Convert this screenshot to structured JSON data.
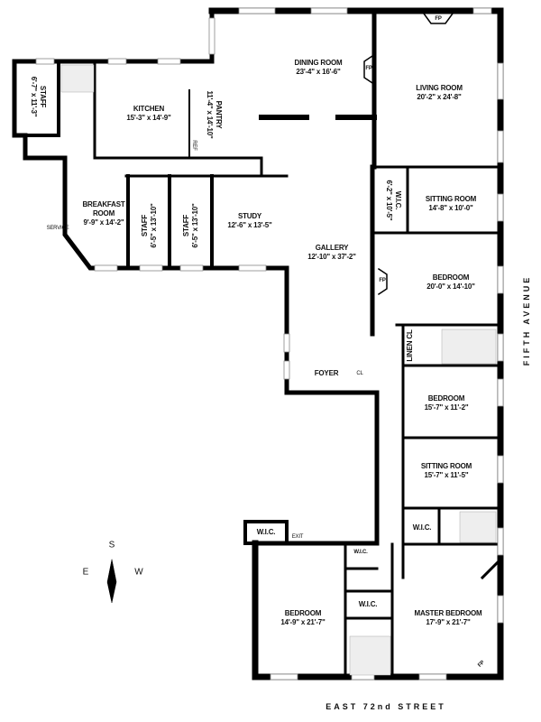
{
  "rooms": [
    {
      "name": "STAFF",
      "dims": "6'-7\" x 11'-3\""
    },
    {
      "name": "KITCHEN",
      "dims": "15'-3\" x 14'-9\""
    },
    {
      "name": "PANTRY",
      "dims": "11'-4\" x 14'-10\""
    },
    {
      "name": "BREAKFAST ROOM",
      "dims": "9'-9\" x 14'-2\""
    },
    {
      "name": "STAFF",
      "dims": "6'-5\" x 13'-10\""
    },
    {
      "name": "STAFF",
      "dims": "6'-5\" x 13'-10\""
    },
    {
      "name": "STUDY",
      "dims": "12'-6\" x 13'-5\""
    },
    {
      "name": "DINING ROOM",
      "dims": "23'-4\" x 16'-6\""
    },
    {
      "name": "LIVING ROOM",
      "dims": "20'-2\" x 24'-8\""
    },
    {
      "name": "GALLERY",
      "dims": "12'-10\" x 37'-2\""
    },
    {
      "name": "W.I.C.",
      "dims": "6'-2\" x 10'-5\""
    },
    {
      "name": "SITTING ROOM",
      "dims": "14'-8\" x 10'-0\""
    },
    {
      "name": "BEDROOM",
      "dims": "20'-0\" x 14'-10\""
    },
    {
      "name": "BEDROOM",
      "dims": "15'-7\" x 11'-2\""
    },
    {
      "name": "SITTING ROOM",
      "dims": "15'-7\" x 11'-5\""
    },
    {
      "name": "BEDROOM",
      "dims": "14'-9\" x 21'-7\""
    },
    {
      "name": "MASTER BEDROOM",
      "dims": "17'-9\" x 21'-7\""
    }
  ],
  "labels": {
    "foyer": "FOYER",
    "closet": "CL",
    "linen_closet": "LINEN CL",
    "service": "SERVICE",
    "exit": "EXIT",
    "ref": "REF",
    "wic": "W.I.C.",
    "fireplace": "FP"
  },
  "streets": {
    "east": "FIFTH AVENUE",
    "south": "EAST 72nd STREET"
  },
  "compass": {
    "top": "S",
    "left": "E",
    "right": "W"
  }
}
